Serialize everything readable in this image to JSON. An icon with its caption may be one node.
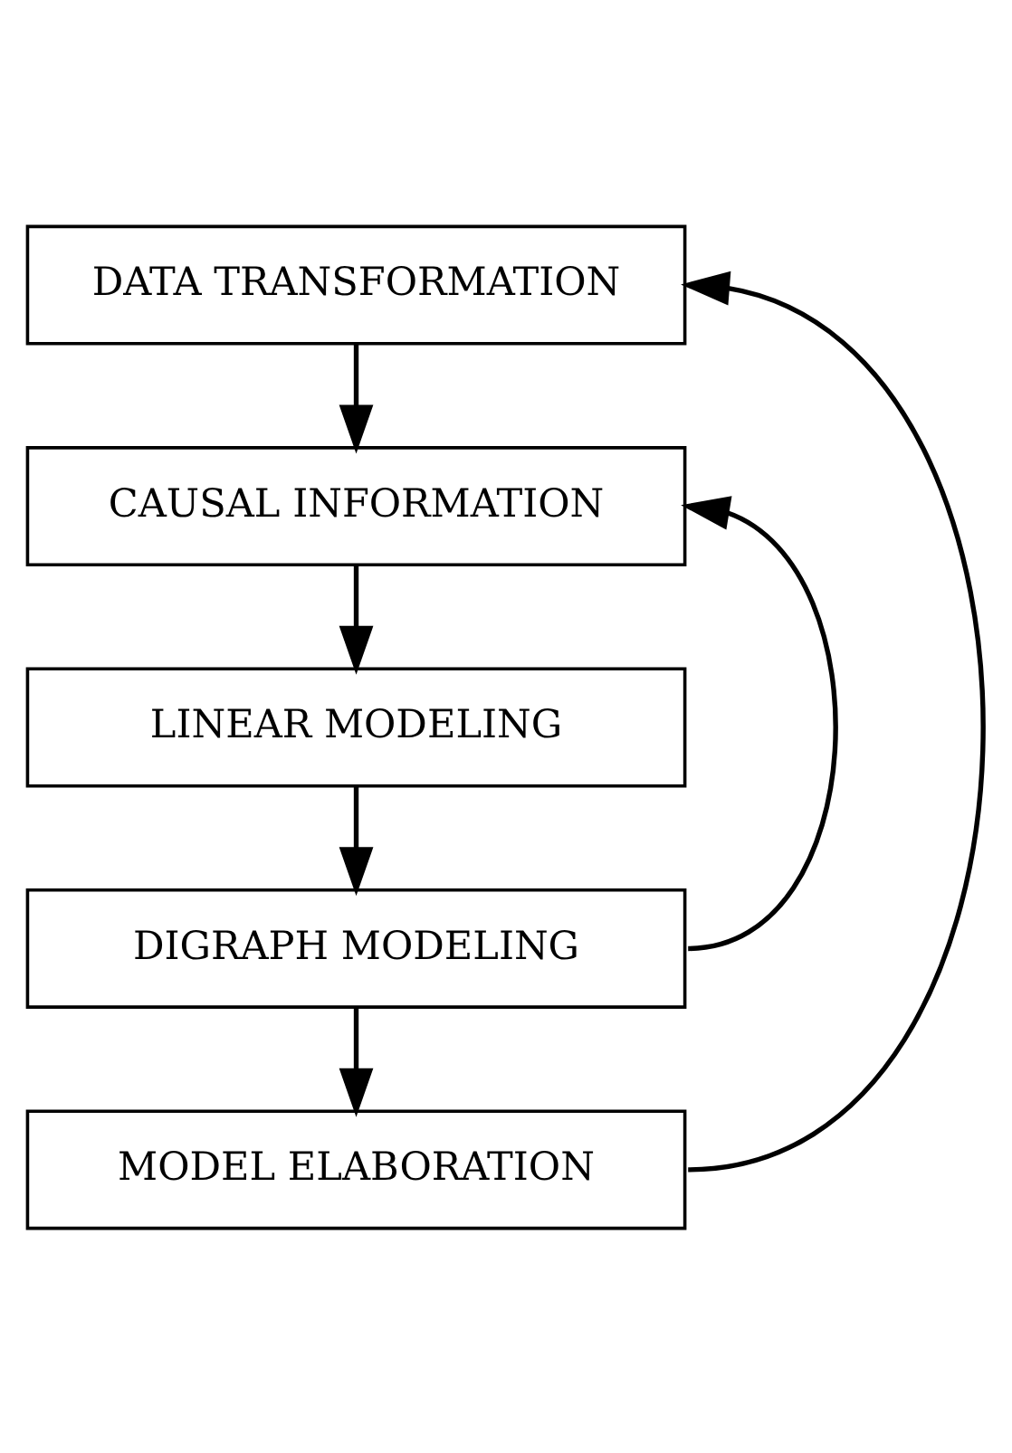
{
  "diagram": {
    "nodes": [
      {
        "text": [
          "DATA TRANSFORMATION"
        ]
      },
      {
        "text": [
          "CAUSAL INFORMATION"
        ]
      },
      {
        "text": [
          "LINEAR MODELING"
        ]
      },
      {
        "text": [
          "DIGRAPH MODELING"
        ]
      },
      {
        "text": [
          "MODEL ELABORATION"
        ]
      }
    ],
    "edges": [
      {
        "from": 0,
        "to": 1,
        "arrow": "to"
      },
      {
        "from": 1,
        "to": 2,
        "arrow": "to"
      },
      {
        "from": 2,
        "to": 3,
        "arrow": "to"
      },
      {
        "from": 3,
        "to": 4,
        "arrow": "to"
      },
      {
        "from": 3,
        "to": 1,
        "arrow": "to"
      },
      {
        "from": 4,
        "to": 0,
        "arrow": "to"
      }
    ]
  }
}
